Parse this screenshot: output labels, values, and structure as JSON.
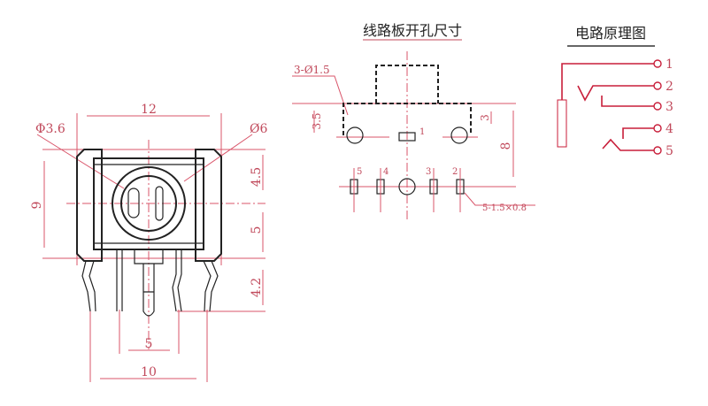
{
  "front_view": {
    "dim_width": "12",
    "dim_shaft_dia": "Φ3.6",
    "dim_knob_dia": "Ø6",
    "dim_height": "9",
    "dim_upper": "4.5",
    "dim_lower": "5",
    "dim_pin_length": "4.2",
    "dim_inner_pin_pitch": "5",
    "dim_outer_pin_pitch": "10"
  },
  "pcb_layout": {
    "title": "线路板开孔尺寸",
    "hole_note": "3-Ø1.5",
    "dim_hole_offset": "3.5",
    "dim_right_offset": "3",
    "dim_row_spacing": "8",
    "slot_note": "5-1.5×0.8",
    "pin_labels": [
      "1",
      "5",
      "4",
      "3",
      "2"
    ]
  },
  "schematic": {
    "title": "电路原理图",
    "terminals": [
      "1",
      "2",
      "3",
      "4",
      "5"
    ]
  }
}
